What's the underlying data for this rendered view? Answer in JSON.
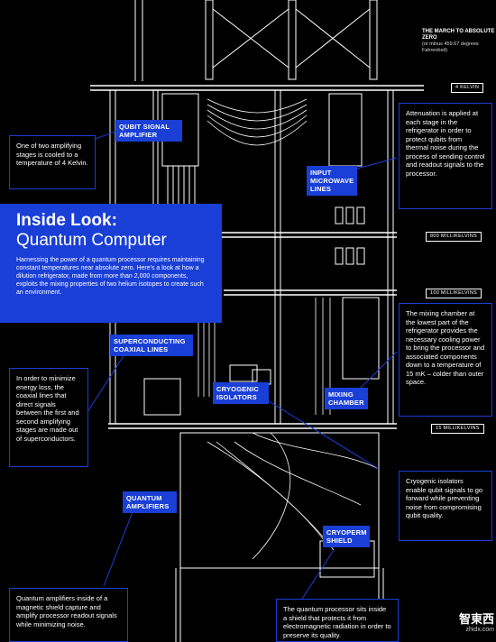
{
  "title": {
    "line1": "Inside Look:",
    "line2": "Quantum Computer"
  },
  "intro": "Harnessing the power of a quantum processor requires maintaining constant temperatures near absolute zero. Here's a look at how a dilution refrigerator, made from more than 2,000 components, exploits the mixing properties of two helium isotopes to create such an environment.",
  "march": {
    "title": "THE MARCH TO ABSOLUTE ZERO",
    "subtitle": "(or minus 459.67 degrees Fahrenheit)"
  },
  "temperature_tags": {
    "t1": "4 KELVIN",
    "t2": "800 MILLIKELVINS",
    "t3": "100 MILLIKELVINS",
    "t4": "15 MILLIKELVINS"
  },
  "labels": {
    "qubit_amp": "QUBIT SIGNAL AMPLIFIER",
    "input_lines": "INPUT MICROWAVE LINES",
    "coax": "SUPERCONDUCTING COAXIAL LINES",
    "isolators": "CRYOGENIC ISOLATORS",
    "mixing": "MIXING CHAMBER",
    "quantum_amps": "QUANTUM AMPLIFIERS",
    "cryoperm": "CRYOPERM SHIELD"
  },
  "notes": {
    "amp_stages": "One of two amplifying stages is cooled to a temperature of 4 Kelvin.",
    "attenuation": "Attenuation is applied at each stage in the refrigerator in order to protect qubits from thermal noise during the process of sending control and readout signals to the processor.",
    "mixing": "The mixing chamber at the lowest part of the refrigerator provides the necessary cooling power to bring the processor and associated components down to a temperature of 15 mK – colder than outer space.",
    "coax": "In order to minimize energy loss, the coaxial lines that direct signals between the first and second amplifying stages are made out of superconductors.",
    "isolators": "Cryogenic isolators enable qubit signals to go forward while preventing noise from compromising qubit quality.",
    "quantum_amps": "Quantum amplifiers inside of a magnetic shield capture and amplify processor readout signals while minimizing noise.",
    "shield": "The quantum processor sits inside a shield that protects it from electromagnetic radiation in order to preserve its quality."
  },
  "watermark": {
    "cn": "智東西",
    "en": "zhidx.com"
  },
  "colors": {
    "accent": "#1a3fd6",
    "background": "#000000",
    "line": "#ffffff"
  }
}
